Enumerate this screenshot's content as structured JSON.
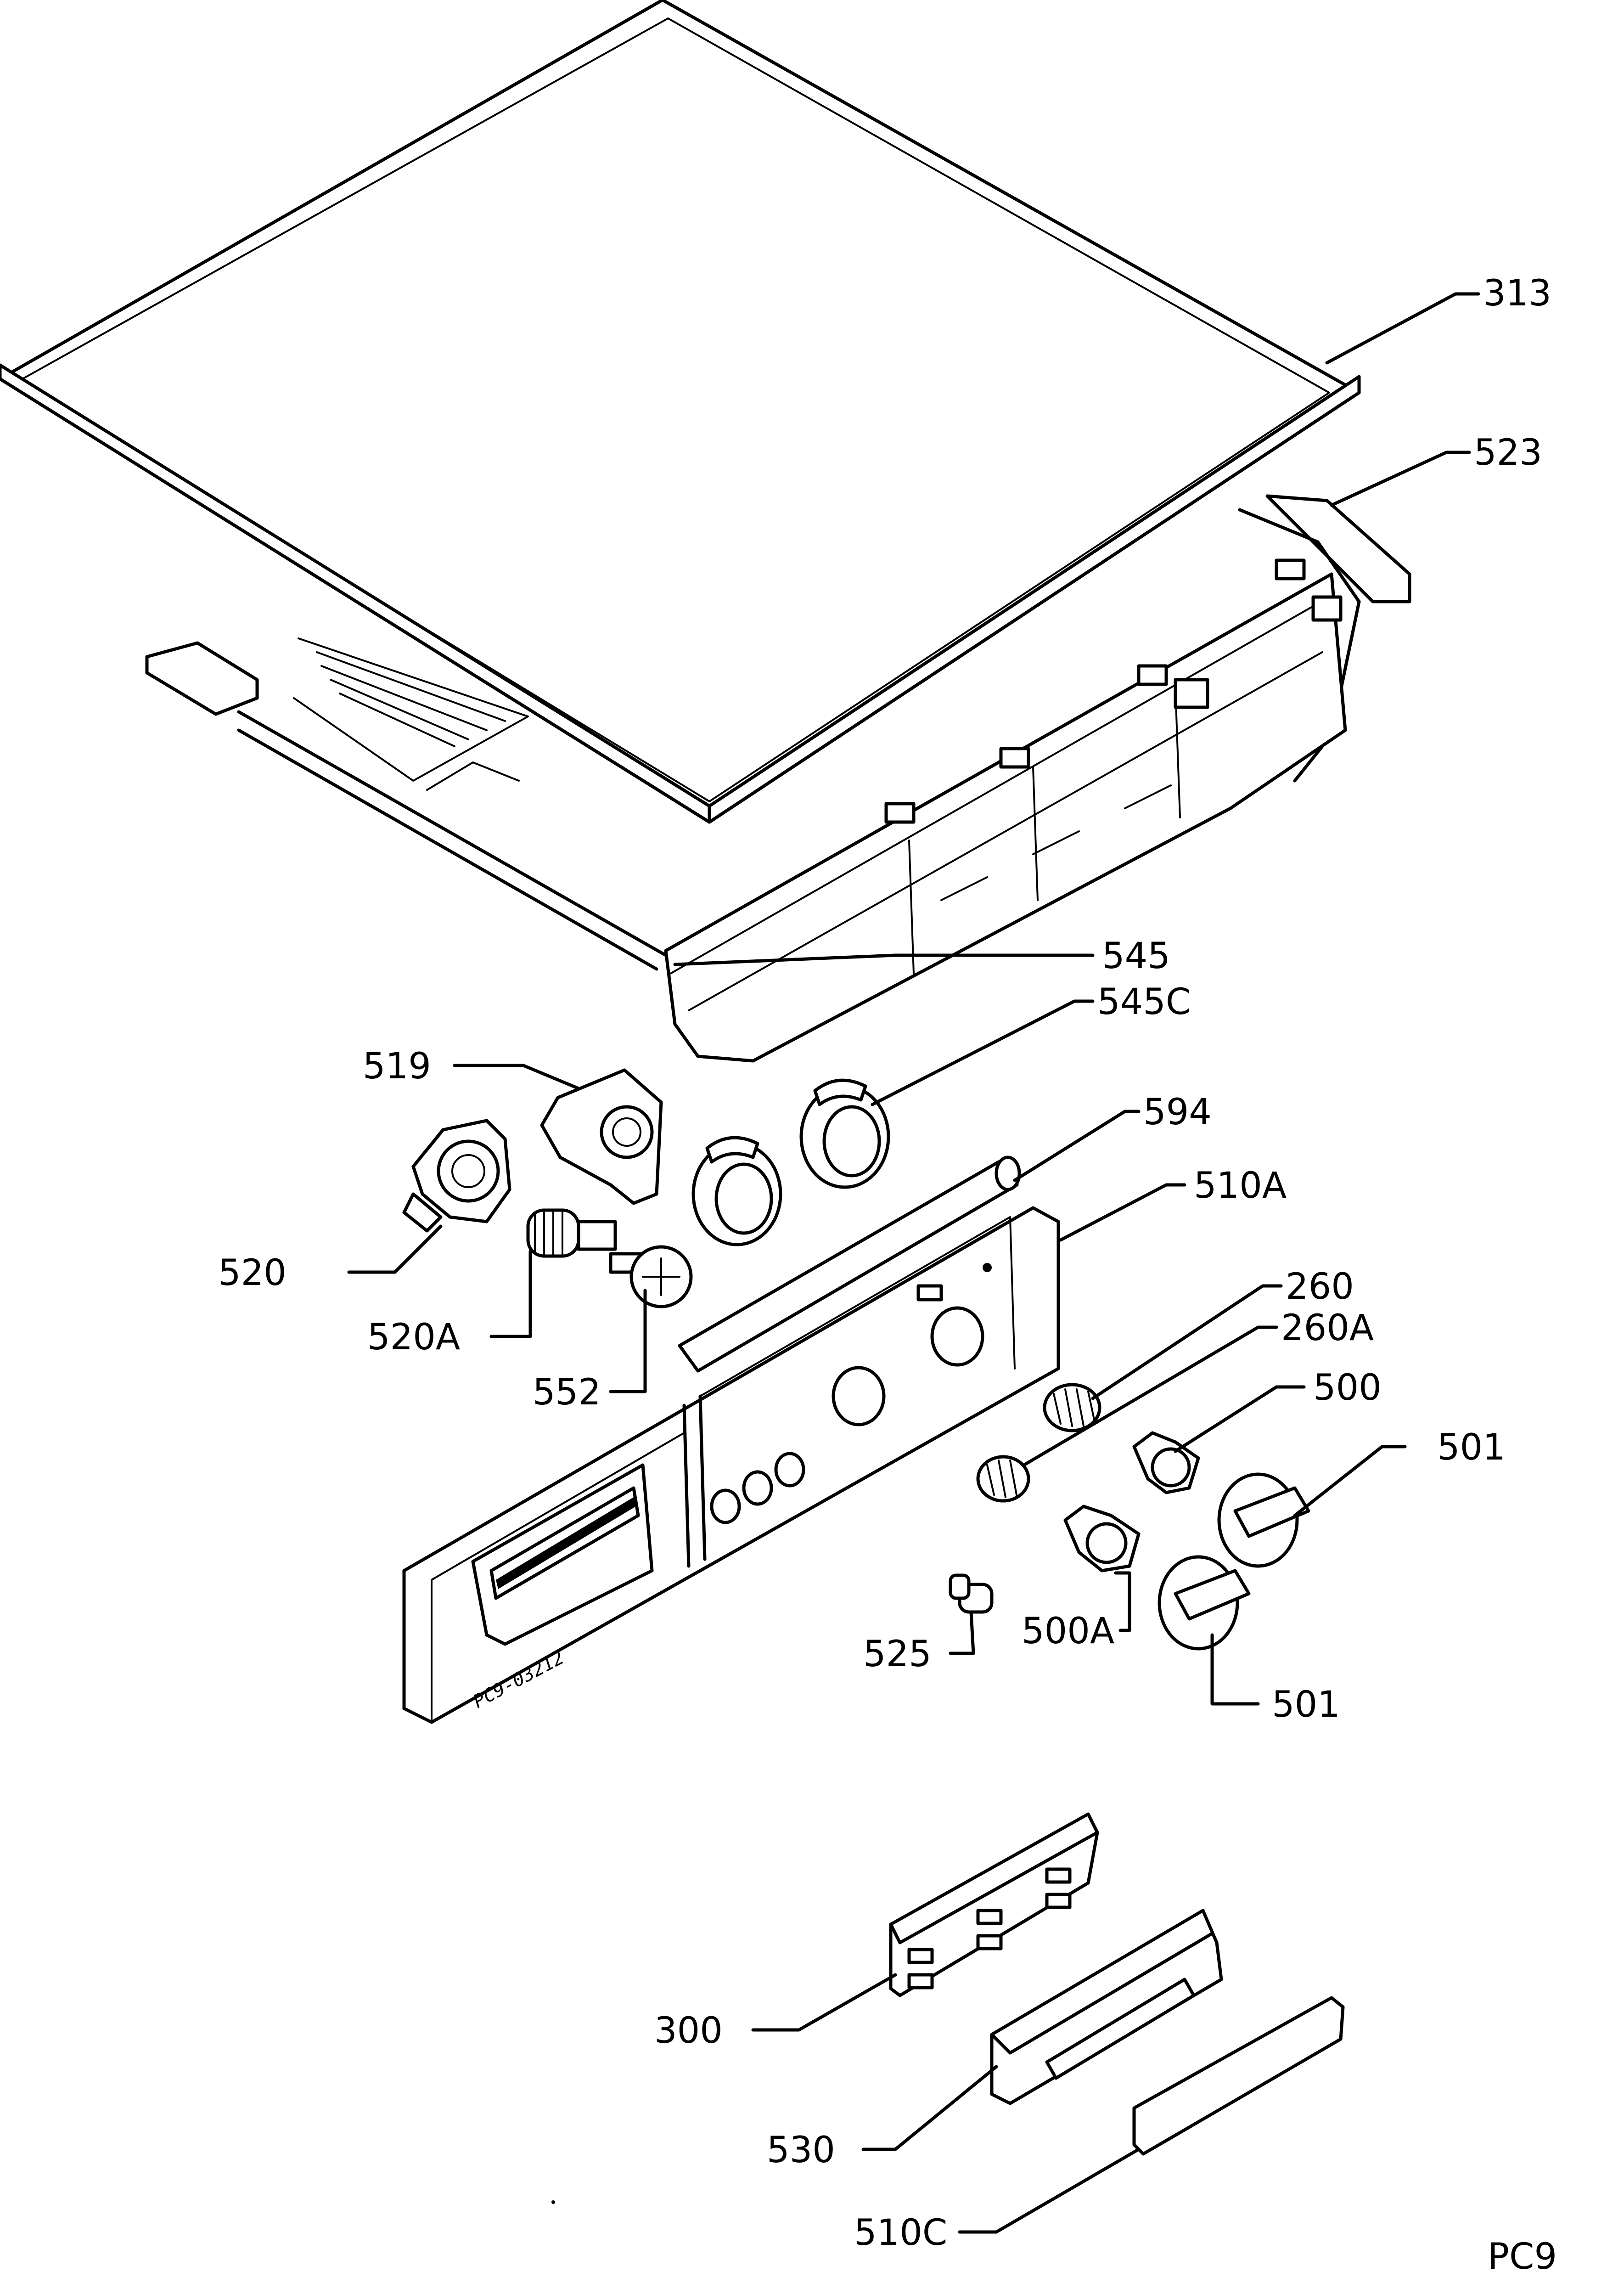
{
  "labels": [
    {
      "id": "313",
      "text": "313"
    },
    {
      "id": "523",
      "text": "523"
    },
    {
      "id": "545",
      "text": "545"
    },
    {
      "id": "545C",
      "text": "545C"
    },
    {
      "id": "519",
      "text": "519"
    },
    {
      "id": "594",
      "text": "594"
    },
    {
      "id": "510A",
      "text": "510A"
    },
    {
      "id": "520",
      "text": "520"
    },
    {
      "id": "520A",
      "text": "520A"
    },
    {
      "id": "260",
      "text": "260"
    },
    {
      "id": "260A",
      "text": "260A"
    },
    {
      "id": "552",
      "text": "552"
    },
    {
      "id": "500",
      "text": "500"
    },
    {
      "id": "501a",
      "text": "501"
    },
    {
      "id": "500A",
      "text": "500A"
    },
    {
      "id": "525",
      "text": "525"
    },
    {
      "id": "501b",
      "text": "501"
    },
    {
      "id": "300",
      "text": "300"
    },
    {
      "id": "530",
      "text": "530"
    },
    {
      "id": "510C",
      "text": "510C"
    }
  ],
  "panel_stamp": "PC9-03212",
  "page_code": "PC9"
}
